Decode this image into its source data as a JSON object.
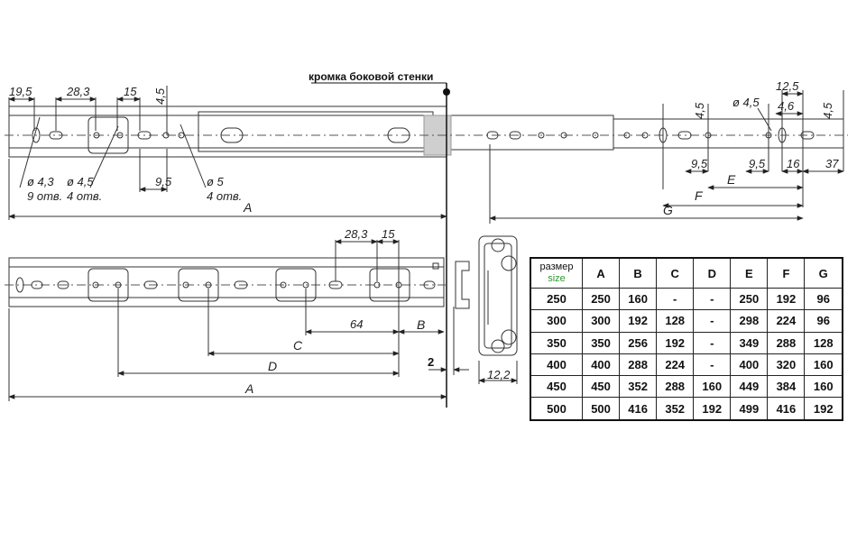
{
  "drawing": {
    "edge_label": "кромка боковой стенки",
    "top_view": {
      "dims": {
        "d19_5": "19,5",
        "d28_3": "28,3",
        "d15": "15",
        "d4_5_v": "4,5",
        "d9_5": "9,5",
        "hole_4_3": "ø 4,3",
        "hole_4_3_count": "9 отв.",
        "hole_4_5": "ø 4,5",
        "hole_4_5_count": "4 отв.",
        "hole_5": "ø 5",
        "hole_5_count": "4 отв.",
        "r4_5_v": "4,5",
        "r_hole_4_5": "ø 4,5",
        "r12_5": "12,5",
        "r4_6": "4,6",
        "r4_5_v2": "4,5",
        "r9_5a": "9,5",
        "r9_5b": "9,5",
        "r16": "16",
        "r37": "37",
        "E": "E",
        "F": "F",
        "G": "G",
        "A": "A"
      }
    },
    "bottom_view": {
      "dims": {
        "d28_3": "28,3",
        "d15": "15",
        "d64": "64",
        "B": "B",
        "C": "C",
        "D": "D",
        "A": "A",
        "gap": "2",
        "profile_width": "12,2"
      }
    }
  },
  "spec_table": {
    "size_label_ru": "размер",
    "size_label_en": "size",
    "headers": [
      "A",
      "B",
      "C",
      "D",
      "E",
      "F",
      "G"
    ],
    "rows": [
      {
        "size": "250",
        "cells": [
          "250",
          "160",
          "-",
          "-",
          "250",
          "192",
          "96"
        ]
      },
      {
        "size": "300",
        "cells": [
          "300",
          "192",
          "128",
          "-",
          "298",
          "224",
          "96"
        ]
      },
      {
        "size": "350",
        "cells": [
          "350",
          "256",
          "192",
          "-",
          "349",
          "288",
          "128"
        ]
      },
      {
        "size": "400",
        "cells": [
          "400",
          "288",
          "224",
          "-",
          "400",
          "320",
          "160"
        ]
      },
      {
        "size": "450",
        "cells": [
          "450",
          "352",
          "288",
          "160",
          "449",
          "384",
          "160"
        ]
      },
      {
        "size": "500",
        "cells": [
          "500",
          "416",
          "352",
          "192",
          "499",
          "416",
          "192"
        ]
      }
    ]
  },
  "colors": {
    "size_en": "#2e9a2e",
    "line": "#222222",
    "hatch": "#999999"
  }
}
